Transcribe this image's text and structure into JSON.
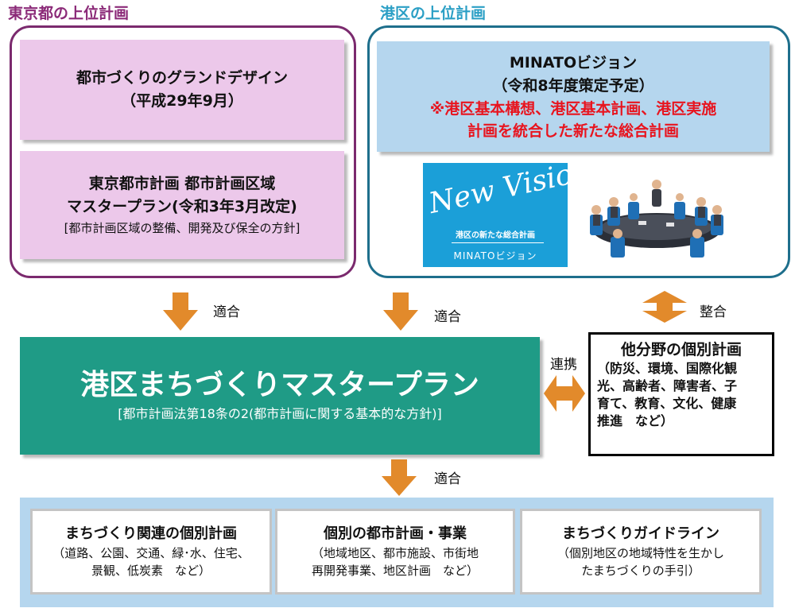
{
  "tokyo": {
    "label": "東京都の上位計画",
    "grand_design": {
      "line1": "都市づくりのグランドデザイン",
      "line2": "（平成29年9月）"
    },
    "master_plan": {
      "line1": "東京都市計画 都市計画区域",
      "line2": "マスタープラン(令和3年3月改定)",
      "line3": "[都市計画区域の整備、開発及び保全の方針]"
    }
  },
  "minato": {
    "label": "港区の上位計画",
    "vision": {
      "line1": "MINATOビジョン",
      "line2": "（令和8年度策定予定）",
      "red_line1": "※港区基本構想、港区基本計画、港区実施",
      "red_line2": "計画を統合した新たな総合計画"
    },
    "vision_image": {
      "script": "New Vision",
      "subtitle": "港区の新たな総合計画",
      "brand": "MINATOビジョン"
    }
  },
  "arrows": {
    "fit1": "適合",
    "fit2": "適合",
    "harmony": "整合",
    "link": "連携",
    "fit3": "適合"
  },
  "main": {
    "title": "港区まちづくりマスタープラン",
    "subtitle": "[都市計画法第18条の2(都市計画に関する基本的な方針)]"
  },
  "other": {
    "title": "他分野の個別計画",
    "line1": "（防災、環境、国際化観",
    "line2": "光、高齢者、障害者、子",
    "line3": "育て、教育、文化、健康",
    "line4": "推進　など）"
  },
  "bottom": [
    {
      "title": "まちづくり関連の個別計画",
      "line1": "（道路、公園、交通、緑･水、住宅、",
      "line2": "景観、低炭素　など）"
    },
    {
      "title": "個別の都市計画・事業",
      "line1": "（地域地区、都市施設、市街地",
      "line2": "再開発事業、地区計画　など）"
    },
    {
      "title": "まちづくりガイドライン",
      "line1": "（個別地区の地域特性を生かし",
      "line2": "たまちづくりの手引）"
    }
  ],
  "colors": {
    "tokyo": "#7b2a6e",
    "minato": "#1e6f8c",
    "pink": "#ecc8ea",
    "lightblue": "#b5d6ee",
    "teal": "#1f9b86",
    "arrow": "#e28a2b",
    "red": "#e8141e"
  },
  "icons": [
    "down-arrow-icon",
    "double-arrow-icon",
    "meeting-image"
  ]
}
